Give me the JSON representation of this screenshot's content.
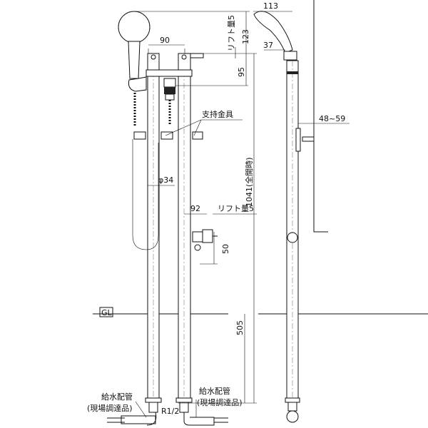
{
  "labels": {
    "dim_113": "113",
    "dim_123": "123",
    "lift_top": "リフト量5",
    "dim_90": "90",
    "dim_37": "37",
    "dim_95": "95",
    "support": "支持金具",
    "dim_48_59": "48~59",
    "dim_1041": "1041(全開時)",
    "dim_phi34": "φ34",
    "dim_92": "92",
    "lift_mid": "リフト量5",
    "dim_50": "50",
    "gl": "GL",
    "dim_505": "505",
    "supply_left_1": "給水配管",
    "supply_left_2": "(現場調達品)",
    "thread": "R1/2",
    "supply_right_1": "給水配管",
    "supply_right_2": "(現場調達品)"
  }
}
